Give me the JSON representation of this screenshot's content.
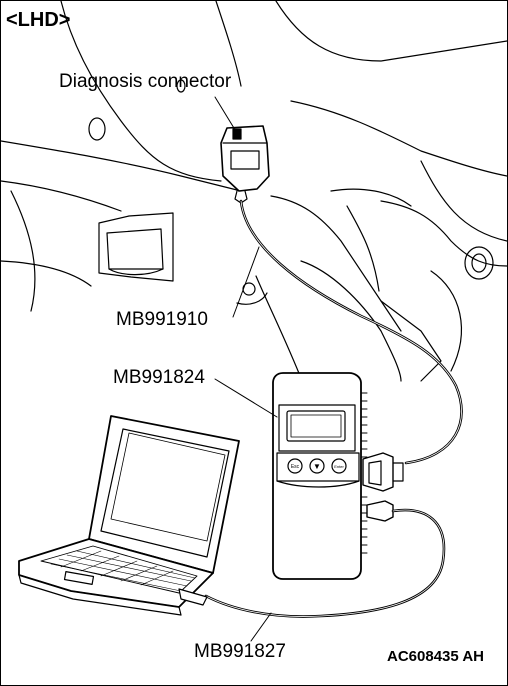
{
  "corner_tag": "<LHD>",
  "labels": {
    "diagnosis_connector": "Diagnosis connector",
    "mb991910": "MB991910",
    "mb991824": "MB991824",
    "mb991827": "MB991827"
  },
  "figure_code": "AC608435 AH",
  "device_buttons": {
    "esc": "Esc",
    "down": "▼",
    "enter": "Enter"
  },
  "colors": {
    "line": "#000000",
    "background": "#ffffff"
  }
}
